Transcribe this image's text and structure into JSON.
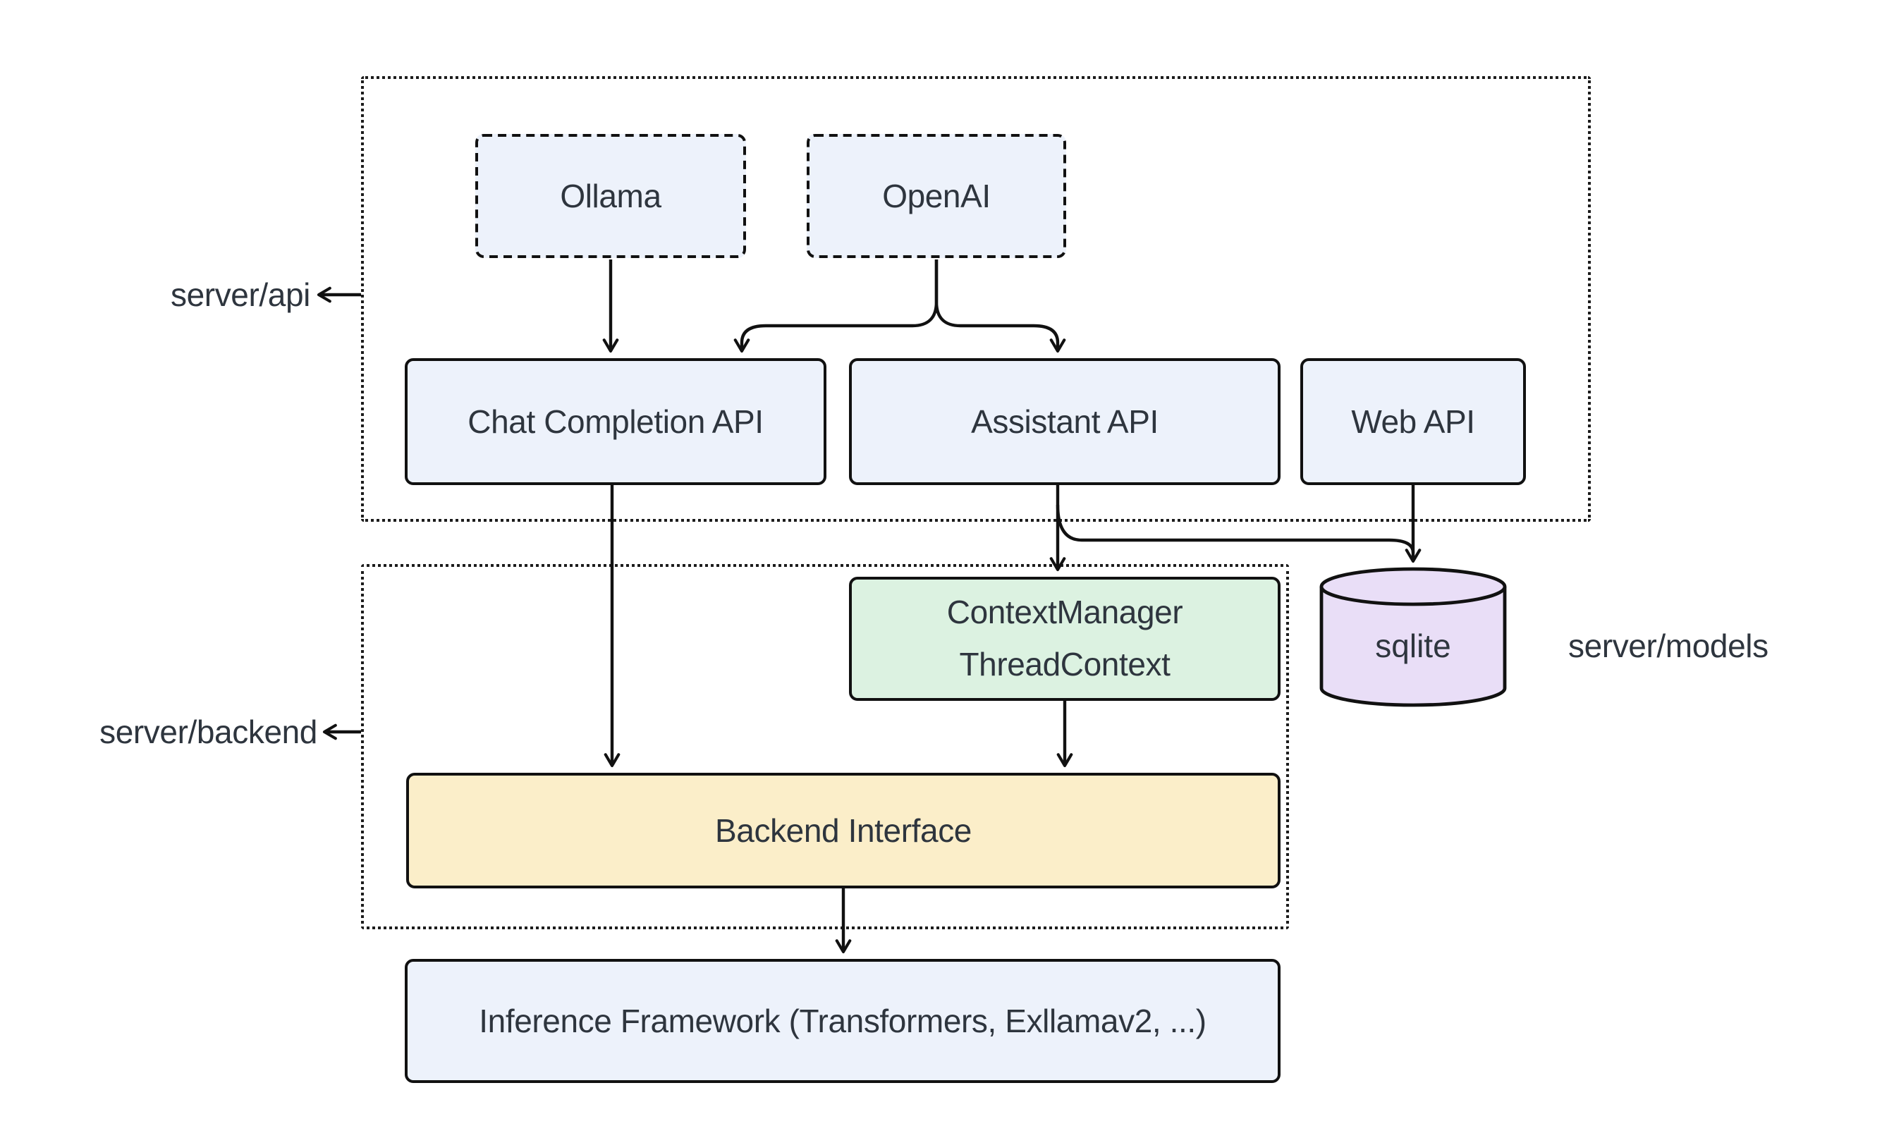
{
  "canvas": {
    "background": "#ffffff"
  },
  "palette": {
    "stroke": "#111111",
    "text": "#2e353e",
    "node_blue": "#edf2fb",
    "node_green": "#dcf2e1",
    "node_yellow": "#fbeec9",
    "node_purple": "#e9def7"
  },
  "containers": {
    "server_api": {
      "label": "server/api"
    },
    "server_backend": {
      "label": "server/backend"
    }
  },
  "side_labels": {
    "server_models": "server/models"
  },
  "nodes": {
    "ollama": {
      "label": "Ollama",
      "fill": "#edf2fb"
    },
    "openai": {
      "label": "OpenAI",
      "fill": "#edf2fb"
    },
    "chat_completion_api": {
      "label": "Chat Completion API",
      "fill": "#edf2fb"
    },
    "assistant_api": {
      "label": "Assistant API",
      "fill": "#edf2fb"
    },
    "web_api": {
      "label": "Web API",
      "fill": "#edf2fb"
    },
    "context_manager": {
      "lines": [
        "ContextManager",
        "ThreadContext"
      ],
      "fill": "#dcf2e1"
    },
    "sqlite": {
      "label": "sqlite",
      "fill": "#e9def7"
    },
    "backend_interface": {
      "label": "Backend Interface",
      "fill": "#fbeec9"
    },
    "inference_framework": {
      "label": "Inference Framework (Transformers, Exllamav2, ...)",
      "fill": "#edf2fb"
    }
  },
  "edges": [
    {
      "from": "Ollama",
      "to": "Chat Completion API"
    },
    {
      "from": "OpenAI",
      "to": "Chat Completion API"
    },
    {
      "from": "OpenAI",
      "to": "Assistant API"
    },
    {
      "from": "Chat Completion API",
      "to": "Backend Interface"
    },
    {
      "from": "Assistant API",
      "to": "ContextManager ThreadContext"
    },
    {
      "from": "Assistant API",
      "to": "sqlite"
    },
    {
      "from": "Web API",
      "to": "sqlite"
    },
    {
      "from": "ContextManager ThreadContext",
      "to": "Backend Interface"
    },
    {
      "from": "Backend Interface",
      "to": "Inference Framework (Transformers, Exllamav2, ...)"
    }
  ]
}
